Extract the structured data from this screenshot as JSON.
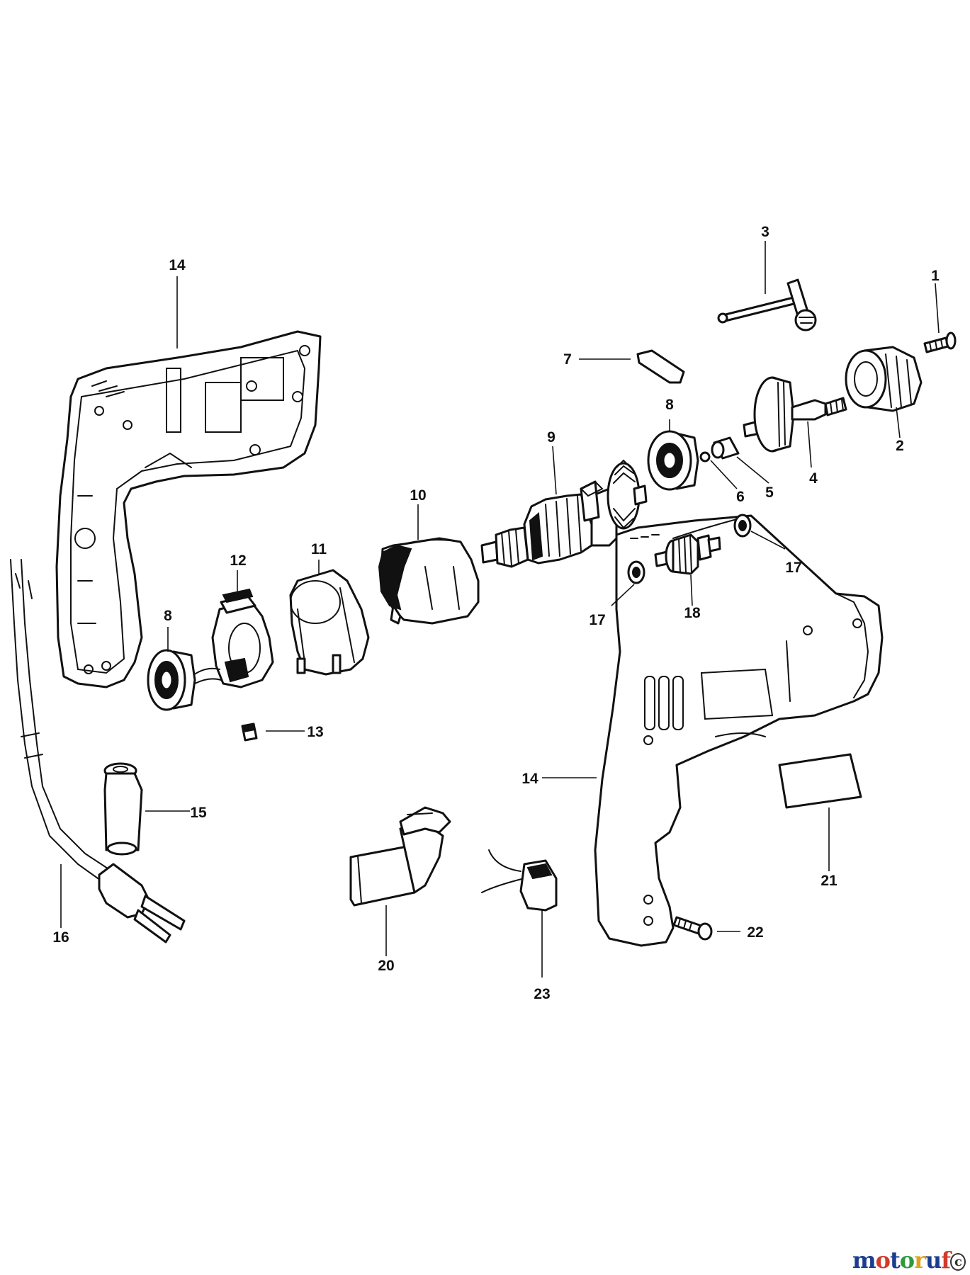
{
  "colors": {
    "ink": "#111111",
    "background": "#ffffff",
    "watermark": [
      "#1c3d8f",
      "#d23a2a",
      "#1c3d8f",
      "#2e9a3c",
      "#e0a21c",
      "#1c3d8f",
      "#d23a2a"
    ]
  },
  "callouts": {
    "c1": "1",
    "c2": "2",
    "c3": "3",
    "c4": "4",
    "c5": "5",
    "c6": "6",
    "c7": "7",
    "c8a": "8",
    "c8b": "8",
    "c9": "9",
    "c10": "10",
    "c11": "11",
    "c12": "12",
    "c13": "13",
    "c14a": "14",
    "c14b": "14",
    "c15": "15",
    "c16": "16",
    "c17a": "17",
    "c17b": "17",
    "c18": "18",
    "c20": "20",
    "c21": "21",
    "c22": "22",
    "c23": "23"
  },
  "watermark": {
    "chars": [
      "m",
      "o",
      "t",
      "o",
      "r",
      "u",
      "f"
    ],
    "badge": "c"
  }
}
